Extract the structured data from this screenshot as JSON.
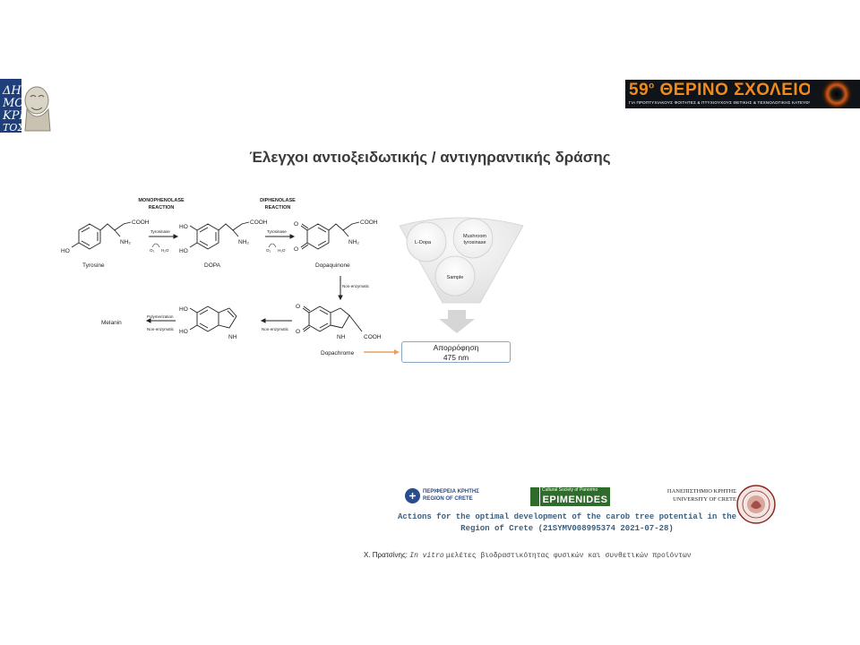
{
  "slide": {
    "title": "Έλεγχοι αντιοξειδωτικής / αντιγηραντικής δράσης"
  },
  "header": {
    "left_logo": {
      "icon": "demokritos-logo",
      "text": "ΔΗΜΟΚΡΙΤΟΣ"
    },
    "right_logo": {
      "icon": "summer-school-logo",
      "number": "59",
      "superscript": "ο",
      "title": "ΘΕΡΙΝΟ ΣΧΟΛΕΙΟ",
      "subtitle": "ΓΙΑ ΠΡΟΠΤΥΧΙΑΚΟΥΣ ΦΟΙΤΗΤΕΣ & ΠΤΥΧΙΟΥΧΟΥΣ ΘΕΤΙΚΗΣ & ΤΕΧΝΟΛΟΓΙΚΗΣ ΚΑΤΕΥΘΥΝΣΗΣ"
    }
  },
  "diagram": {
    "step1_label_line1": "MONOPHENOLASE",
    "step1_label_line2": "REACTION",
    "step2_label_line1": "DIPHENOLASE",
    "step2_label_line2": "REACTION",
    "enzyme": "Tyrosinase",
    "cofactor_o2": "O₂",
    "cofactor_h2o": "H₂O",
    "tyrosine": "Tyrosine",
    "dopa": "DOPA",
    "dopaquinone": "Dopaquinone",
    "dopachrome": "Dopachrome",
    "melanin": "Melanin",
    "non_enzymatic": "Non-enzymatic",
    "polymerization": "Polymerization",
    "cooh": "COOH",
    "nh2": "NH₂",
    "ho": "HO",
    "o": "O",
    "nh": "NH"
  },
  "funnel": {
    "circle_left": "L-Dopa",
    "circle_right_line1": "Mushroom",
    "circle_right_line2": "tyrosinase",
    "circle_bottom": "Sample",
    "result_line1": "Απορρόφηση",
    "result_line2": "475 nm"
  },
  "footer": {
    "region_line1": "ΠΕΡΙΦΕΡΕΙΑ ΚΡΗΤΗΣ",
    "region_line2": "REGION OF CRETE",
    "epimenides_top": "Cultural Society of Panormo",
    "epimenides_name": "EPIMENIDES",
    "uoc_line1": "ΠΑΝΕΠΙΣΤΗΜΙΟ ΚΡΗΤΗΣ",
    "uoc_line2": "UNIVERSITY OF CRETE",
    "project_line1": "Actions for the optimal development of the carob tree potential in the",
    "project_line2": "Region of Crete (21SYMV008995374 2021-07-28)",
    "author": "Χ. Πρατσίνης:",
    "author_italic": "In vitro",
    "author_rest": "μελέτες βιοδραστικότητας φυσικών και συνθετικών προϊόντων"
  },
  "colors": {
    "orange_arrow": "#e8a060",
    "funnel_fill": "#e8e8e8",
    "box_border": "#8aa6c8",
    "project_text": "#3b5f7e",
    "region_blue": "#2a4b8d",
    "epimenides_green": "#2f6b2a",
    "summer_orange": "#f08a1c"
  }
}
